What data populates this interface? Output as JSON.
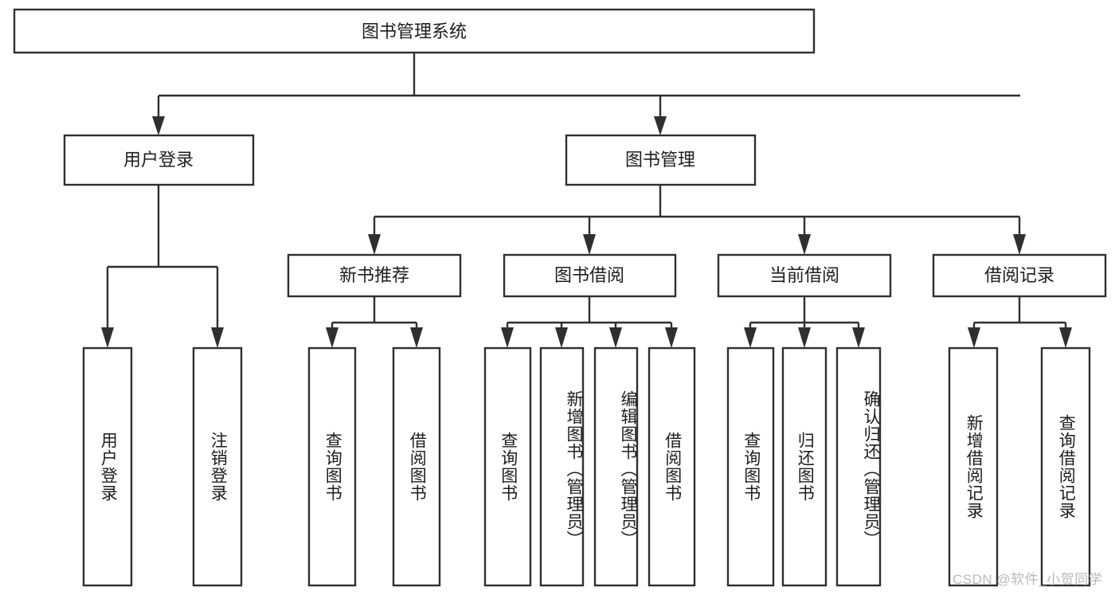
{
  "diagram": {
    "type": "tree-hierarchy-diagram",
    "title_node": {
      "id": "root",
      "label": "图书管理系统"
    },
    "level2": [
      {
        "id": "user-login",
        "label": "用户登录"
      },
      {
        "id": "book-management",
        "label": "图书管理"
      }
    ],
    "level3": [
      {
        "id": "new-book-recommend",
        "label": "新书推荐",
        "parent": "book-management"
      },
      {
        "id": "book-borrow",
        "label": "图书借阅",
        "parent": "book-management"
      },
      {
        "id": "current-borrow",
        "label": "当前借阅",
        "parent": "book-management"
      },
      {
        "id": "borrow-record",
        "label": "借阅记录",
        "parent": "book-management"
      }
    ],
    "leaves": [
      {
        "id": "leaf-user-login",
        "label": "用户登录",
        "parent": "user-login"
      },
      {
        "id": "leaf-logout-login",
        "label": "注销登录",
        "parent": "user-login"
      },
      {
        "id": "leaf-query-book-1",
        "label": "查询图书",
        "parent": "new-book-recommend"
      },
      {
        "id": "leaf-borrow-book-1",
        "label": "借阅图书",
        "parent": "new-book-recommend"
      },
      {
        "id": "leaf-query-book-2",
        "label": "查询图书",
        "parent": "book-borrow"
      },
      {
        "id": "leaf-add-book",
        "label": "新增图书（管理员）",
        "parent": "book-borrow"
      },
      {
        "id": "leaf-edit-book",
        "label": "编辑图书（管理员）",
        "parent": "book-borrow"
      },
      {
        "id": "leaf-borrow-book-2",
        "label": "借阅图书",
        "parent": "book-borrow"
      },
      {
        "id": "leaf-query-book-3",
        "label": "查询图书",
        "parent": "current-borrow"
      },
      {
        "id": "leaf-return-book",
        "label": "归还图书",
        "parent": "current-borrow"
      },
      {
        "id": "leaf-confirm-return",
        "label": "确认归还（管理员）",
        "parent": "current-borrow"
      },
      {
        "id": "leaf-add-record",
        "label": "新增借阅记录",
        "parent": "borrow-record"
      },
      {
        "id": "leaf-query-record",
        "label": "查询借阅记录",
        "parent": "borrow-record"
      }
    ],
    "colors": {
      "stroke": "#2f2f2f",
      "fill": "#ffffff",
      "text": "#1d1d1d",
      "watermark": "#b9b9b9",
      "background": "#ffffff"
    }
  },
  "watermark": {
    "text": "CSDN @软件_小贺同学"
  }
}
